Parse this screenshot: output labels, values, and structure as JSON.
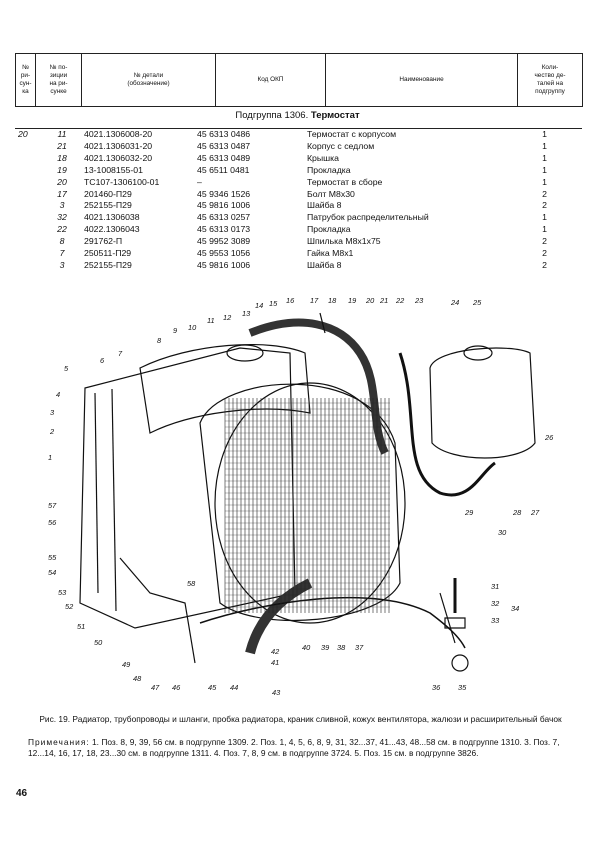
{
  "header": {
    "col_fig": "№\nри-\nсун-\nка",
    "col_pos": "№ по-\nзиции\nна ри-\nсунке",
    "col_part": "№ детали\n(обозначение)",
    "col_okp": "Код ОКП",
    "col_name": "Наименование",
    "col_qty": "Коли-\nчество де-\nталей на\nподгруппу"
  },
  "subgroup": {
    "prefix": "Подгруппа 1306.",
    "title": "Термостат"
  },
  "parts": [
    {
      "fig": "20",
      "pos": "11",
      "part_no": "4021.1306008-20",
      "okp": "45 6313 0486",
      "name": "Термостат с корпусом",
      "qty": "1"
    },
    {
      "fig": "",
      "pos": "21",
      "part_no": "4021.1306031-20",
      "okp": "45 6313 0487",
      "name": "Корпус с седлом",
      "qty": "1"
    },
    {
      "fig": "",
      "pos": "18",
      "part_no": "4021.1306032-20",
      "okp": "45 6313 0489",
      "name": "Крышка",
      "qty": "1"
    },
    {
      "fig": "",
      "pos": "19",
      "part_no": "13-1008155-01",
      "okp": "45 6511 0481",
      "name": "Прокладка",
      "qty": "1"
    },
    {
      "fig": "",
      "pos": "20",
      "part_no": "ТС107-1306100-01",
      "okp": "–",
      "name": "Термостат в сборе",
      "qty": "1"
    },
    {
      "fig": "",
      "pos": "17",
      "part_no": "201460-П29",
      "okp": "45 9346 1526",
      "name": "Болт М8х30",
      "qty": "2"
    },
    {
      "fig": "",
      "pos": "3",
      "part_no": "252155-П29",
      "okp": "45 9816 1006",
      "name": "Шайба 8",
      "qty": "2"
    },
    {
      "fig": "",
      "pos": "32",
      "part_no": "4021.1306038",
      "okp": "45 6313 0257",
      "name": "Патрубок распределительный",
      "qty": "1"
    },
    {
      "fig": "",
      "pos": "22",
      "part_no": "4022.1306043",
      "okp": "45  6313 0173",
      "name": "Прокладка",
      "qty": "1"
    },
    {
      "fig": "",
      "pos": "8",
      "part_no": "291762-П",
      "okp": "45 9952 3089",
      "name": "Шпилька М8х1х75",
      "qty": "2"
    },
    {
      "fig": "",
      "pos": "7",
      "part_no": "250511-П29",
      "okp": "45 9553 1056",
      "name": "Гайка М8х1",
      "qty": "2"
    },
    {
      "fig": "",
      "pos": "3",
      "part_no": "252155-П29",
      "okp": "45 9816 1006",
      "name": "Шайба 8",
      "qty": "2"
    }
  ],
  "callouts": [
    "1",
    "2",
    "3",
    "4",
    "5",
    "6",
    "7",
    "8",
    "9",
    "10",
    "11",
    "12",
    "13",
    "14",
    "15",
    "16",
    "17",
    "18",
    "19",
    "20",
    "21",
    "22",
    "23",
    "24",
    "25",
    "26",
    "27",
    "28",
    "29",
    "30",
    "31",
    "32",
    "33",
    "34",
    "35",
    "36",
    "37",
    "38",
    "39",
    "40",
    "41",
    "42",
    "43",
    "44",
    "45",
    "46",
    "47",
    "48",
    "49",
    "50",
    "51",
    "52",
    "53",
    "54",
    "55",
    "56",
    "57",
    "58"
  ],
  "caption": "Рис. 19. Радиатор, трубопроводы и шланги, пробка радиатора, краник сливной, кожух вентилятора, жалюзи и расширительный бачок",
  "notes": {
    "label": "Примечания:",
    "text": "1. Поз. 8, 9, 39, 56 см. в подгруппе 1309. 2. Поз. 1, 4, 5, 6, 8, 9, 31, 32...37, 41...43, 48...58 см. в подгруппе 1310. 3. Поз. 7, 12...14, 16, 17, 18, 23...30 см. в подгруппе 1311. 4. Поз. 7, 8, 9 см. в подгруппе 3724. 5. Поз. 15 см. в подгруппе 3826."
  },
  "page_number": "46"
}
